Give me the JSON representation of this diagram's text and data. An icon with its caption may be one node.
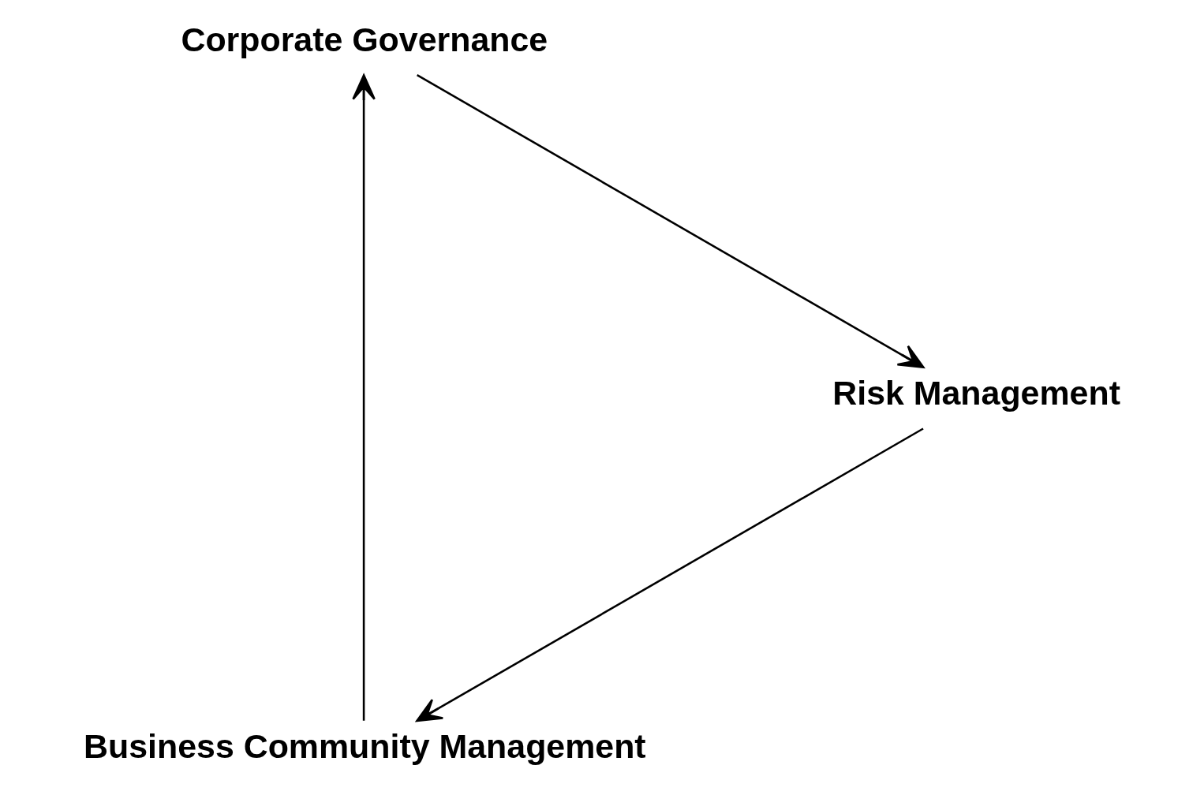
{
  "diagram": {
    "nodes": [
      {
        "text": [
          "Business Community Management"
        ]
      },
      {
        "text": [
          "Corporate Governance"
        ]
      },
      {
        "text": [
          "Risk Management"
        ]
      }
    ],
    "edges": [
      {
        "from": 0,
        "to": 1,
        "arrow": "to"
      },
      {
        "from": 1,
        "to": 2,
        "arrow": "to"
      },
      {
        "from": 2,
        "to": 0,
        "arrow": "to"
      }
    ]
  }
}
